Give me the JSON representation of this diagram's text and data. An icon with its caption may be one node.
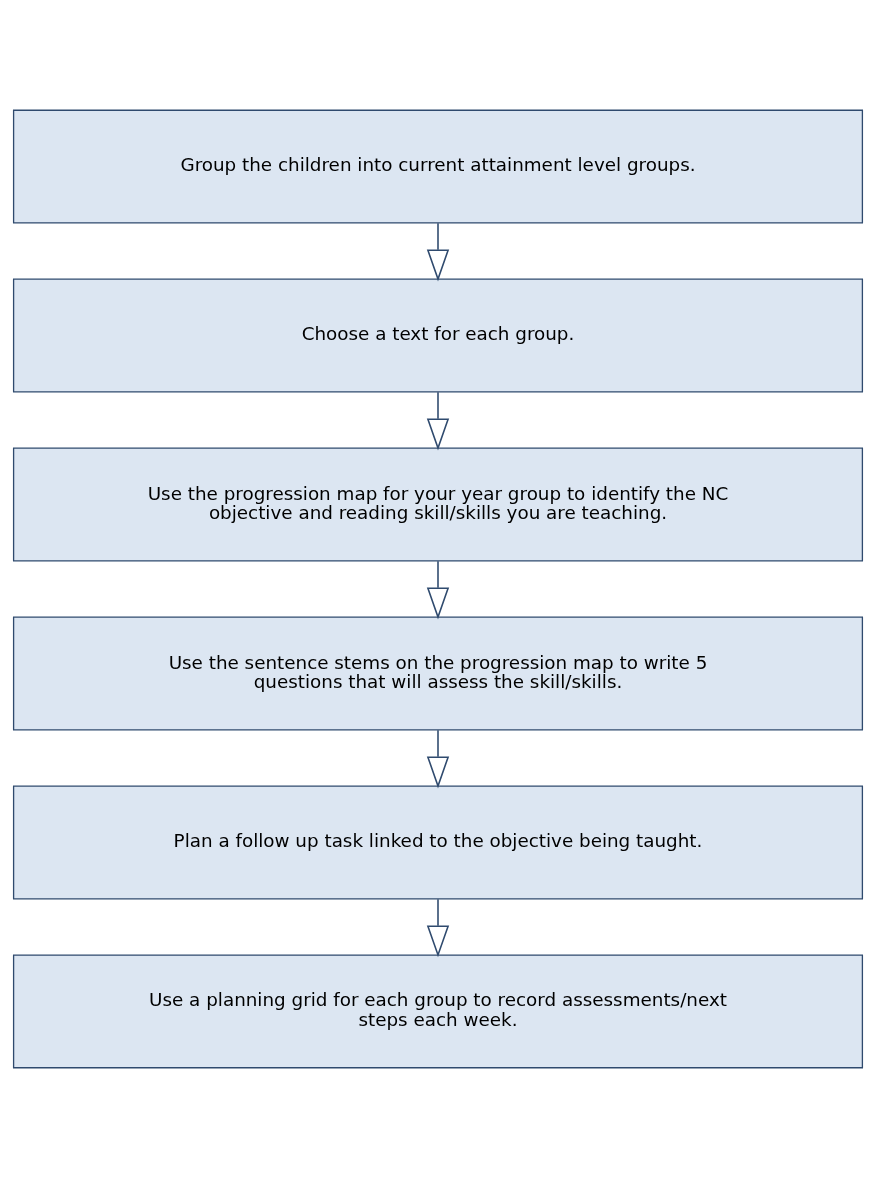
{
  "diagram": {
    "nodes": [
      {
        "text": [
          "Group the children into current attainment level groups."
        ]
      },
      {
        "text": [
          "Choose a text for each group."
        ]
      },
      {
        "text": [
          "Use the progression map for your year group to identify the NC objective and reading skill/skills you are teaching."
        ]
      },
      {
        "text": [
          "Use the sentence stems on the progression map to write 5 questions that will assess the skill/skills."
        ]
      },
      {
        "text": [
          "Plan a follow up task linked to the objective being taught."
        ]
      },
      {
        "text": [
          "Use a planning grid for each group to record assessments/next steps each week."
        ]
      }
    ],
    "edges": [
      {
        "from": 0,
        "to": 1,
        "arrow": "to"
      },
      {
        "from": 1,
        "to": 2,
        "arrow": "to"
      },
      {
        "from": 2,
        "to": 3,
        "arrow": "to"
      },
      {
        "from": 3,
        "to": 4,
        "arrow": "to"
      },
      {
        "from": 4,
        "to": 5,
        "arrow": "to"
      }
    ]
  }
}
